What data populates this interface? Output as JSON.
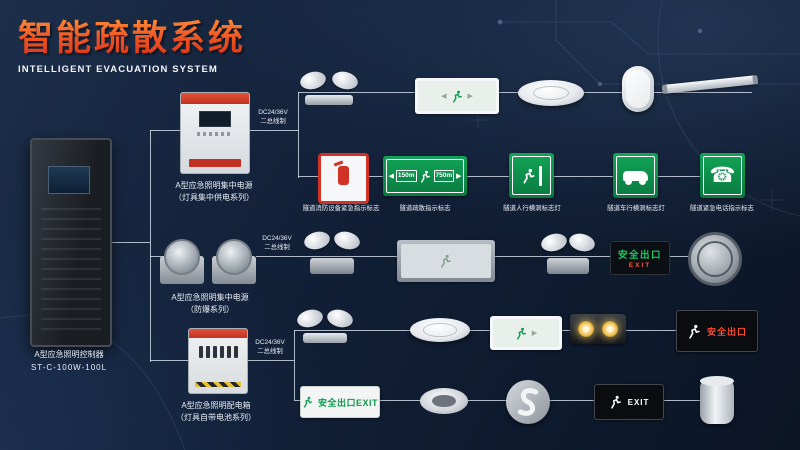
{
  "header": {
    "title": "智能疏散系统",
    "subtitle": "INTELLIGENT EVACUATION SYSTEM"
  },
  "controller": {
    "name": "A型应急照明控制器",
    "model": "ST-C-100W-100L"
  },
  "branches": [
    {
      "label1": "A型应急照明集中电源",
      "label2": "（灯具集中供电系列）",
      "bus1": "DC24/36V",
      "bus2": "二总线制"
    },
    {
      "label1": "A型应急照明集中电源",
      "label2": "（防爆系列）",
      "bus1": "DC24/36V",
      "bus2": "二总线制"
    },
    {
      "label1": "A型应急照明配电箱",
      "label2": "（灯具自带电池系列）",
      "bus1": "DC24/36V",
      "bus2": "二总线制"
    }
  ],
  "tunnel_signs": [
    {
      "label": "隧道消防设备紧急指示标志"
    },
    {
      "label": "隧道疏散指示标志",
      "left_text": "150m",
      "right_text": "750m"
    },
    {
      "label": "隧道人行横洞标志灯"
    },
    {
      "label": "隧道车行横洞标志灯"
    },
    {
      "label": "隧道紧急电话指示标志"
    }
  ],
  "sign_text": {
    "exit_cn": "安全出口",
    "exit_en": "EXIT",
    "exit_combo": "安全出口EXIT"
  },
  "colors": {
    "background": "#101f36",
    "accent_red": "#e8402a",
    "sign_green": "#0c9a4e",
    "line": "#dde7f4"
  }
}
